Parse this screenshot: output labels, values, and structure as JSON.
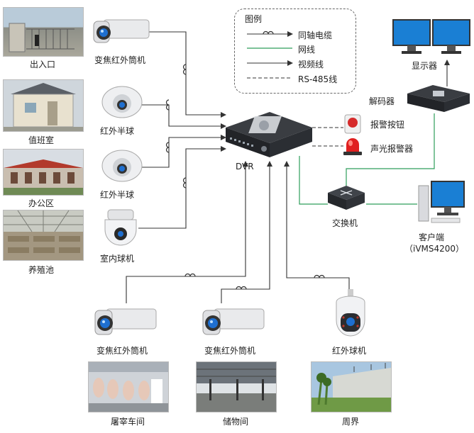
{
  "legend": {
    "title": "图例",
    "items": [
      "同轴电缆",
      "网线",
      "视频线",
      "RS-485线"
    ]
  },
  "locations": {
    "entrance": "出入口",
    "duty_room": "值班室",
    "office": "办公区",
    "breeding_pool": "养殖池",
    "slaughter": "屠宰车间",
    "storage": "储物间",
    "perimeter": "周界"
  },
  "devices": {
    "zoom_ir_bullet_1": "变焦红外筒机",
    "ir_dome_1": "红外半球",
    "ir_dome_2": "红外半球",
    "indoor_ptz": "室内球机",
    "dvr": "DVR",
    "zoom_ir_bullet_2": "变焦红外筒机",
    "zoom_ir_bullet_3": "变焦红外筒机",
    "ir_ptz": "红外球机",
    "monitors": "显示器",
    "decoder": "解码器",
    "alarm_button": "报警按钮",
    "siren": "声光报警器",
    "switch": "交换机",
    "client": "客户端",
    "client_sub": "（iVMS4200）"
  },
  "colors": {
    "network_line": "#2e9e5b",
    "wire": "#333333",
    "camera_lens": "#1e6fd0",
    "monitor_screen": "#1a7fd4"
  }
}
